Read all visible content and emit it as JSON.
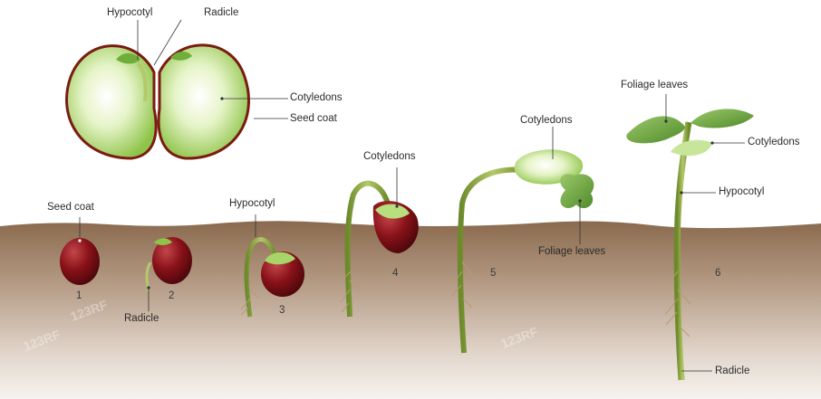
{
  "labels": {
    "hypocotyl_top": "Hypocotyl",
    "radicle_top": "Radicle",
    "cotyledons_top": "Cotyledons",
    "seed_coat_top": "Seed coat",
    "seed_coat_stage1": "Seed coat",
    "radicle_stage2": "Radicle",
    "hypocotyl_stage3": "Hypocotyl",
    "cotyledons_stage4": "Cotyledons",
    "cotyledons_stage5": "Cotyledons",
    "foliage_leaves_stage5": "Foliage leaves",
    "foliage_leaves_stage6": "Foliage leaves",
    "cotyledons_stage6": "Cotyledons",
    "hypocotyl_stage6": "Hypocotyl",
    "radicle_stage6": "Radicle"
  },
  "stage_numbers": [
    "1",
    "2",
    "3",
    "4",
    "5",
    "6"
  ],
  "watermark": "123RF",
  "colors": {
    "soil_top": "#8a6a4e",
    "soil_bottom": "#f6f1ec",
    "seed_red": "#7a0f14",
    "cotyledon_green": "#a7d56a",
    "stem_green": "#8aa83a",
    "leaf_green": "#5f9a35",
    "seed_coat_outline": "#7b1c12"
  }
}
